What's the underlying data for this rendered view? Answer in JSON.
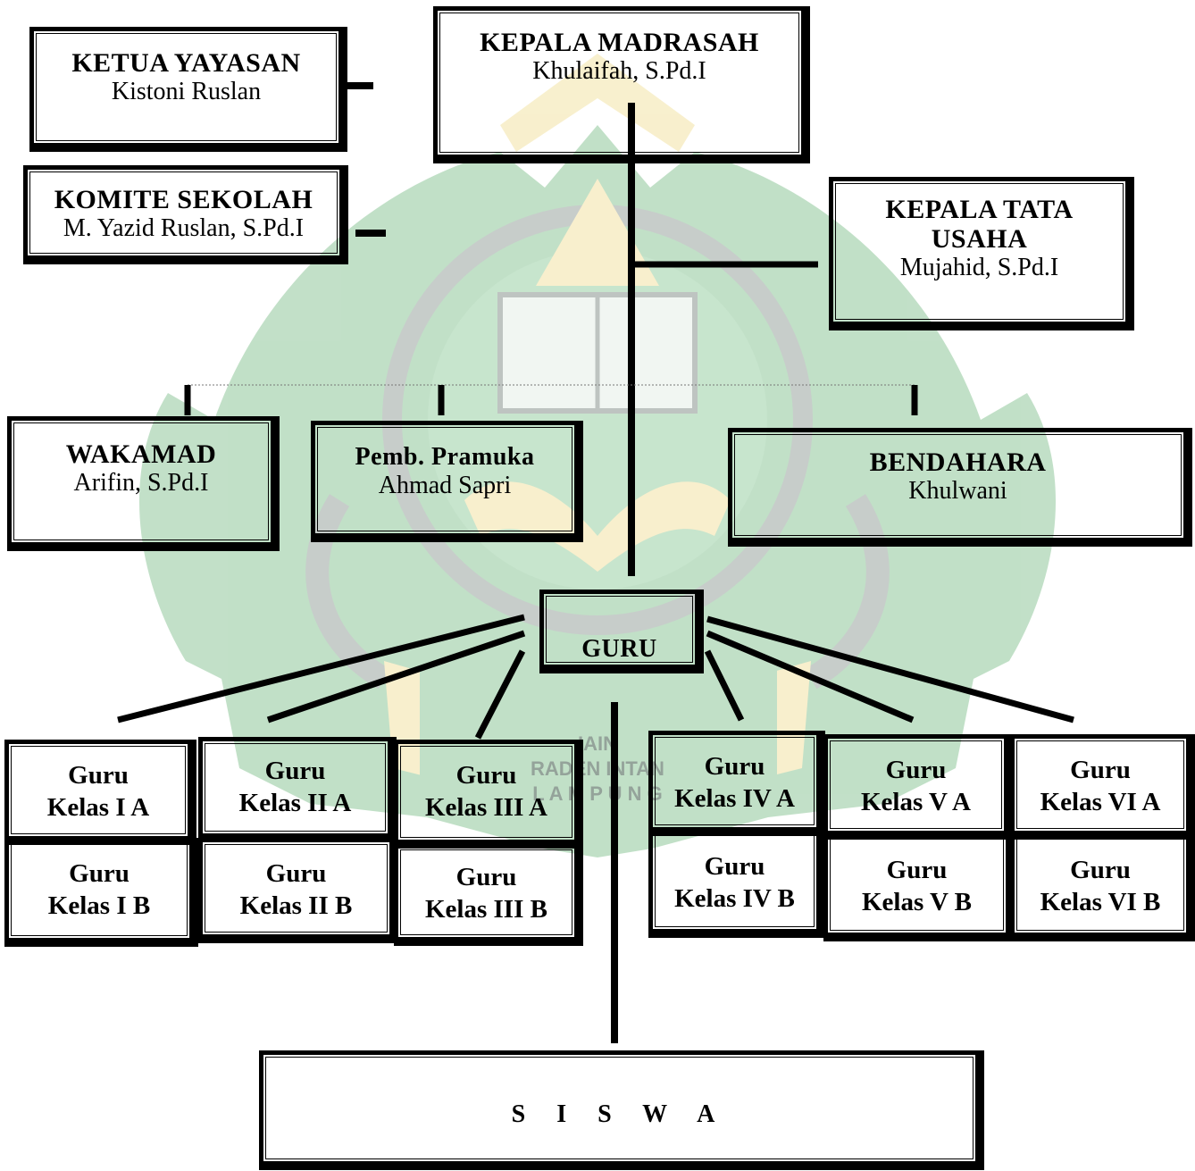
{
  "chart": {
    "ketua_yayasan": {
      "title": "KETUA YAYASAN",
      "name": "Kistoni Ruslan"
    },
    "kepala_madrasah": {
      "title": "KEPALA MADRASAH",
      "name": "Khulaifah, S.Pd.I"
    },
    "komite_sekolah": {
      "title": "KOMITE SEKOLAH",
      "name": "M. Yazid Ruslan, S.Pd.I"
    },
    "kepala_tata_usaha": {
      "title_line1": "KEPALA TATA",
      "title_line2": "USAHA",
      "name": "Mujahid, S.Pd.I"
    },
    "wakamad": {
      "title": "WAKAMAD",
      "name": "Arifin, S.Pd.I"
    },
    "pembina_pramuka": {
      "title": "Pemb. Pramuka",
      "name": "Ahmad Sapri"
    },
    "bendahara": {
      "title": "BENDAHARA",
      "name": "Khulwani"
    },
    "guru": {
      "title": "GURU"
    },
    "guru_kelas": [
      {
        "line1": "Guru",
        "line2": "Kelas I A"
      },
      {
        "line1": "Guru",
        "line2": "Kelas I B"
      },
      {
        "line1": "Guru",
        "line2": "Kelas II A"
      },
      {
        "line1": "Guru",
        "line2": "Kelas II B"
      },
      {
        "line1": "Guru",
        "line2": "Kelas III A"
      },
      {
        "line1": "Guru",
        "line2": "Kelas III B"
      },
      {
        "line1": "Guru",
        "line2": "Kelas IV A"
      },
      {
        "line1": "Guru",
        "line2": "Kelas IV B"
      },
      {
        "line1": "Guru",
        "line2": "Kelas V A"
      },
      {
        "line1": "Guru",
        "line2": "Kelas V B"
      },
      {
        "line1": "Guru",
        "line2": "Kelas VI A"
      },
      {
        "line1": "Guru",
        "line2": "Kelas VI B"
      }
    ],
    "siswa": {
      "title": "S I S W A"
    }
  },
  "watermark": {
    "text_line1": "IAIN",
    "text_line2": "RADEN INTAN",
    "text_line3": "L A M P U N G",
    "colors": {
      "green": "#8fc79a",
      "gold": "#f3e3a6",
      "gray": "#9aa5a0"
    }
  }
}
